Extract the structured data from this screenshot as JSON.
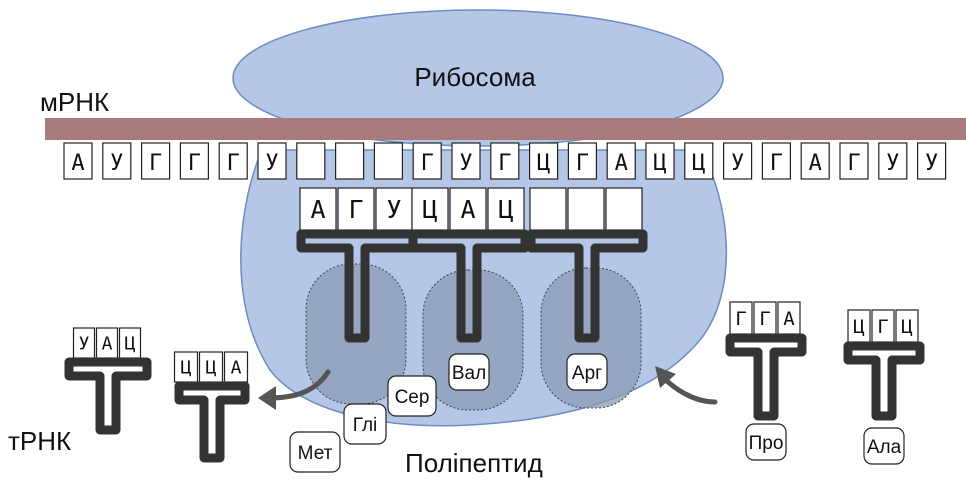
{
  "labels": {
    "ribosome": "Рибосома",
    "mrna": "мРНК",
    "trna": "тРНК",
    "polypeptide": "Поліпептид"
  },
  "mrna_codons": [
    "А",
    "У",
    "Г",
    "Г",
    "Г",
    "У",
    "",
    "",
    "",
    "Г",
    "У",
    "Г",
    "Ц",
    "Г",
    "А",
    "Ц",
    "Ц",
    "У",
    "Г",
    "А",
    "Г",
    "У",
    "У"
  ],
  "ribosome_trnas": [
    {
      "anticodon": [
        "А",
        "Г",
        "У"
      ],
      "amino_acid": ""
    },
    {
      "anticodon": [
        "Ц",
        "А",
        "Ц"
      ],
      "amino_acid": "Вал"
    },
    {
      "anticodon": [
        "",
        "",
        ""
      ],
      "amino_acid": "Арг"
    }
  ],
  "free_trnas": [
    {
      "anticodon": [
        "У",
        "А",
        "Ц"
      ],
      "amino_acid": ""
    },
    {
      "anticodon": [
        "Ц",
        "Ц",
        "А"
      ],
      "amino_acid": ""
    },
    {
      "anticodon": [
        "Г",
        "Г",
        "А"
      ],
      "amino_acid": "Про"
    },
    {
      "anticodon": [
        "Ц",
        "Г",
        "Ц"
      ],
      "amino_acid": "Ала"
    }
  ],
  "chain": [
    "Мет",
    "Глі",
    "Сер"
  ],
  "colors": {
    "ribosome_fill": "#b4c7e7",
    "ribosome_stroke": "#6d8cbf",
    "mrna_strand": "#a87a7c",
    "trna_body": "#333333",
    "pocket": "#8a9bb5"
  }
}
